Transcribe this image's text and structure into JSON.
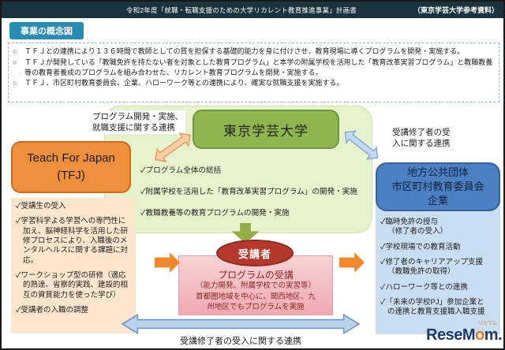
{
  "header": {
    "title": "令和2年度「就職・転職支援のための大学リカレント教育推進事業」計画書",
    "source_note": "（東京学芸大学参考資料）"
  },
  "section_badge": "事業の概念図",
  "overview": {
    "marker": "○",
    "bullets": [
      "ＴＦＪとの連携により１３６時間で教師としての質を担保する基礎的能力を身に付けさせ、教育現場に導くプログラムを開発・実施する。",
      "ＴＦＪが開発している「教職免許を持たない者を対象とした教育プログラム」と本学の附属学校を活用した「教育改革実習プログラム」と教職教養等の教育者養成のプログラムを組み合わせた、リカレント教育プログラムを開発・実施する。",
      "ＴＦＪ、市区町村教育委員会、企業、ハローワーク等との連携により、確実な就職支援を実施する。"
    ]
  },
  "diagram": {
    "link_label_left": "プログラム開発・実施、\n就職支援に関する連携",
    "university_box": "東京学芸大学",
    "link_label_right": "受講修了者の受\n入に関する連携",
    "tfj_box": "Teach For Japan\n(TFJ)",
    "tfj_panel": {
      "items": [
        "✓受講生の受入",
        "✓学習科学よる学習への専門性に加え、脳神経科学を活用した研修プロセスにより、入職後のメンタルヘルスに関する課題に対応。",
        "✓ワークショップ型の研修（適応的熟達、省察的実践、建設的相互の資質能力を使った学び）",
        "✓受講者の入職の調整"
      ]
    },
    "center_panel": {
      "items": [
        "✓プログラム全体の総括",
        "✓附属学校を活用した「教育改革実習プログラム」の開発・実施",
        "✓教職教養等の教育プログラムの開発・実施"
      ]
    },
    "participant_ellipse": "受講者",
    "course_box": {
      "title": "プログラムの受講",
      "body": "（能力開発、附属学校での実習等）\n首都圏地域を中心に、関西地区、九\n州地区でもプログラムを実施"
    },
    "gov_box": "地方公共団体\n市区町村教育委員会\n企業",
    "gov_panel": {
      "items": [
        "✓臨時免許の授与\n（修了者の受入）",
        "✓学校現場での教育活動",
        "✓修了者のキャリアアップ支援\n（教職免許の取得）",
        "✓ハローワーク等との連携",
        "✓「未来の学校PJ」参加企業と\nの連携と教育支援職入職支援"
      ]
    },
    "bottom_link_label": "受講修了者の受入に関する連携"
  },
  "watermark": {
    "ruby": "リセマム",
    "head": "ReseM",
    "o": "o",
    "tail": "m."
  },
  "colors": {
    "topbar": "#1a333f",
    "badge_teal": "#2a8cb0",
    "tfj_orange": "#ef8f3c",
    "tfj_panel": "#fbe5cd",
    "university_green": "#8fb54e",
    "container_green": "#e5f2cc",
    "gov_blue": "#4b80c2",
    "gov_panel": "#cadef2",
    "ellipse_red": "#b5382d",
    "course_pink": "#f3b9bc",
    "arrow_orange": "#f0882b",
    "arrow_blue": "#b9d2ee",
    "arrow_green": "#93ae45"
  }
}
